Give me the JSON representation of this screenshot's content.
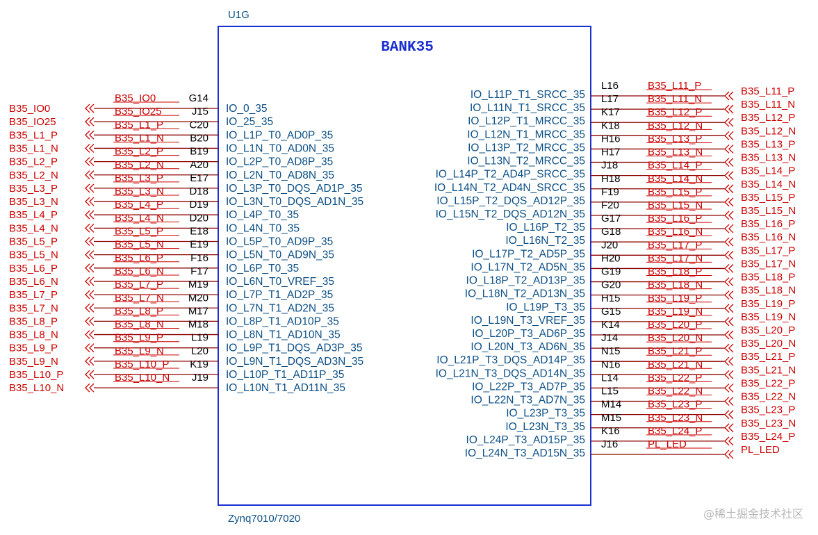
{
  "component": {
    "reference": "U1G",
    "bank_title": "BANK35",
    "part_value": "Zynq7010/7020"
  },
  "watermark": "@稀土掘金技术社区",
  "colors": {
    "box": "#1a2fd0",
    "pin_name": "#0b4f86",
    "net": "#cc0000",
    "wire": "#8b0000",
    "pin_number": "#000000"
  },
  "left_pins": [
    {
      "port": "B35_IO0",
      "net": "B35_IO0",
      "pin": "G14",
      "name": "IO_0_35"
    },
    {
      "port": "B35_IO25",
      "net": "B35_IO25",
      "pin": "J15",
      "name": "IO_25_35"
    },
    {
      "port": "B35_L1_P",
      "net": "B35_L1_P",
      "pin": "C20",
      "name": "IO_L1P_T0_AD0P_35"
    },
    {
      "port": "B35_L1_N",
      "net": "B35_L1_N",
      "pin": "B20",
      "name": "IO_L1N_T0_AD0N_35"
    },
    {
      "port": "B35_L2_P",
      "net": "B35_L2_P",
      "pin": "B19",
      "name": "IO_L2P_T0_AD8P_35"
    },
    {
      "port": "B35_L2_N",
      "net": "B35_L2_N",
      "pin": "A20",
      "name": "IO_L2N_T0_AD8N_35"
    },
    {
      "port": "B35_L3_P",
      "net": "B35_L3_P",
      "pin": "E17",
      "name": "IO_L3P_T0_DQS_AD1P_35"
    },
    {
      "port": "B35_L3_N",
      "net": "B35_L3_N",
      "pin": "D18",
      "name": "IO_L3N_T0_DQS_AD1N_35"
    },
    {
      "port": "B35_L4_P",
      "net": "B35_L4_P",
      "pin": "D19",
      "name": "IO_L4P_T0_35"
    },
    {
      "port": "B35_L4_N",
      "net": "B35_L4_N",
      "pin": "D20",
      "name": "IO_L4N_T0_35"
    },
    {
      "port": "B35_L5_P",
      "net": "B35_L5_P",
      "pin": "E18",
      "name": "IO_L5P_T0_AD9P_35"
    },
    {
      "port": "B35_L5_N",
      "net": "B35_L5_N",
      "pin": "E19",
      "name": "IO_L5N_T0_AD9N_35"
    },
    {
      "port": "B35_L6_P",
      "net": "B35_L6_P",
      "pin": "F16",
      "name": "IO_L6P_T0_35"
    },
    {
      "port": "B35_L6_N",
      "net": "B35_L6_N",
      "pin": "F17",
      "name": "IO_L6N_T0_VREF_35"
    },
    {
      "port": "B35_L7_P",
      "net": "B35_L7_P",
      "pin": "M19",
      "name": "IO_L7P_T1_AD2P_35"
    },
    {
      "port": "B35_L7_N",
      "net": "B35_L7_N",
      "pin": "M20",
      "name": "IO_L7N_T1_AD2N_35"
    },
    {
      "port": "B35_L8_P",
      "net": "B35_L8_P",
      "pin": "M17",
      "name": "IO_L8P_T1_AD10P_35"
    },
    {
      "port": "B35_L8_N",
      "net": "B35_L8_N",
      "pin": "M18",
      "name": "IO_L8N_T1_AD10N_35"
    },
    {
      "port": "B35_L9_P",
      "net": "B35_L9_P",
      "pin": "L19",
      "name": "IO_L9P_T1_DQS_AD3P_35"
    },
    {
      "port": "B35_L9_N",
      "net": "B35_L9_N",
      "pin": "L20",
      "name": "IO_L9N_T1_DQS_AD3N_35"
    },
    {
      "port": "B35_L10_P",
      "net": "B35_L10_P",
      "pin": "K19",
      "name": "IO_L10P_T1_AD11P_35"
    },
    {
      "port": "B35_L10_N",
      "net": "B35_L10_N",
      "pin": "J19",
      "name": "IO_L10N_T1_AD11N_35"
    }
  ],
  "right_pins": [
    {
      "name": "IO_L11P_T1_SRCC_35",
      "pin": "L16",
      "net": "B35_L11_P",
      "port": "B35_L11_P"
    },
    {
      "name": "IO_L11N_T1_SRCC_35",
      "pin": "L17",
      "net": "B35_L11_N",
      "port": "B35_L11_N"
    },
    {
      "name": "IO_L12P_T1_MRCC_35",
      "pin": "K17",
      "net": "B35_L12_P",
      "port": "B35_L12_P"
    },
    {
      "name": "IO_L12N_T1_MRCC_35",
      "pin": "K18",
      "net": "B35_L12_N",
      "port": "B35_L12_N"
    },
    {
      "name": "IO_L13P_T2_MRCC_35",
      "pin": "H16",
      "net": "B35_L13_P",
      "port": "B35_L13_P"
    },
    {
      "name": "IO_L13N_T2_MRCC_35",
      "pin": "H17",
      "net": "B35_L13_N",
      "port": "B35_L13_N"
    },
    {
      "name": "IO_L14P_T2_AD4P_SRCC_35",
      "pin": "J18",
      "net": "B35_L14_P",
      "port": "B35_L14_P"
    },
    {
      "name": "IO_L14N_T2_AD4N_SRCC_35",
      "pin": "H18",
      "net": "B35_L14_N",
      "port": "B35_L14_N"
    },
    {
      "name": "IO_L15P_T2_DQS_AD12P_35",
      "pin": "F19",
      "net": "B35_L15_P",
      "port": "B35_L15_P"
    },
    {
      "name": "IO_L15N_T2_DQS_AD12N_35",
      "pin": "F20",
      "net": "B35_L15_N",
      "port": "B35_L15_N"
    },
    {
      "name": "IO_L16P_T2_35",
      "pin": "G17",
      "net": "B35_L16_P",
      "port": "B35_L16_P"
    },
    {
      "name": "IO_L16N_T2_35",
      "pin": "G18",
      "net": "B35_L16_N",
      "port": "B35_L16_N"
    },
    {
      "name": "IO_L17P_T2_AD5P_35",
      "pin": "J20",
      "net": "B35_L17_P",
      "port": "B35_L17_P"
    },
    {
      "name": "IO_L17N_T2_AD5N_35",
      "pin": "H20",
      "net": "B35_L17_N",
      "port": "B35_L17_N"
    },
    {
      "name": "IO_L18P_T2_AD13P_35",
      "pin": "G19",
      "net": "B35_L18_P",
      "port": "B35_L18_P"
    },
    {
      "name": "IO_L18N_T2_AD13N_35",
      "pin": "G20",
      "net": "B35_L18_N",
      "port": "B35_L18_N"
    },
    {
      "name": "IO_L19P_T3_35",
      "pin": "H15",
      "net": "B35_L19_P",
      "port": "B35_L19_P"
    },
    {
      "name": "IO_L19N_T3_VREF_35",
      "pin": "G15",
      "net": "B35_L19_N",
      "port": "B35_L19_N"
    },
    {
      "name": "IO_L20P_T3_AD6P_35",
      "pin": "K14",
      "net": "B35_L20_P",
      "port": "B35_L20_P"
    },
    {
      "name": "IO_L20N_T3_AD6N_35",
      "pin": "J14",
      "net": "B35_L20_N",
      "port": "B35_L20_N"
    },
    {
      "name": "IO_L21P_T3_DQS_AD14P_35",
      "pin": "N15",
      "net": "B35_L21_P",
      "port": "B35_L21_P"
    },
    {
      "name": "IO_L21N_T3_DQS_AD14N_35",
      "pin": "N16",
      "net": "B35_L21_N",
      "port": "B35_L21_N"
    },
    {
      "name": "IO_L22P_T3_AD7P_35",
      "pin": "L14",
      "net": "B35_L22_P",
      "port": "B35_L22_P"
    },
    {
      "name": "IO_L22N_T3_AD7N_35",
      "pin": "L15",
      "net": "B35_L22_N",
      "port": "B35_L22_N"
    },
    {
      "name": "IO_L23P_T3_35",
      "pin": "M14",
      "net": "B35_L23_P",
      "port": "B35_L23_P"
    },
    {
      "name": "IO_L23N_T3_35",
      "pin": "M15",
      "net": "B35_L23_N",
      "port": "B35_L23_N"
    },
    {
      "name": "IO_L24P_T3_AD15P_35",
      "pin": "K16",
      "net": "B35_L24_P",
      "port": "B35_L24_P"
    },
    {
      "name": "IO_L24N_T3_AD15N_35",
      "pin": "J16",
      "net": "PL_LED",
      "port": "PL_LED"
    }
  ]
}
